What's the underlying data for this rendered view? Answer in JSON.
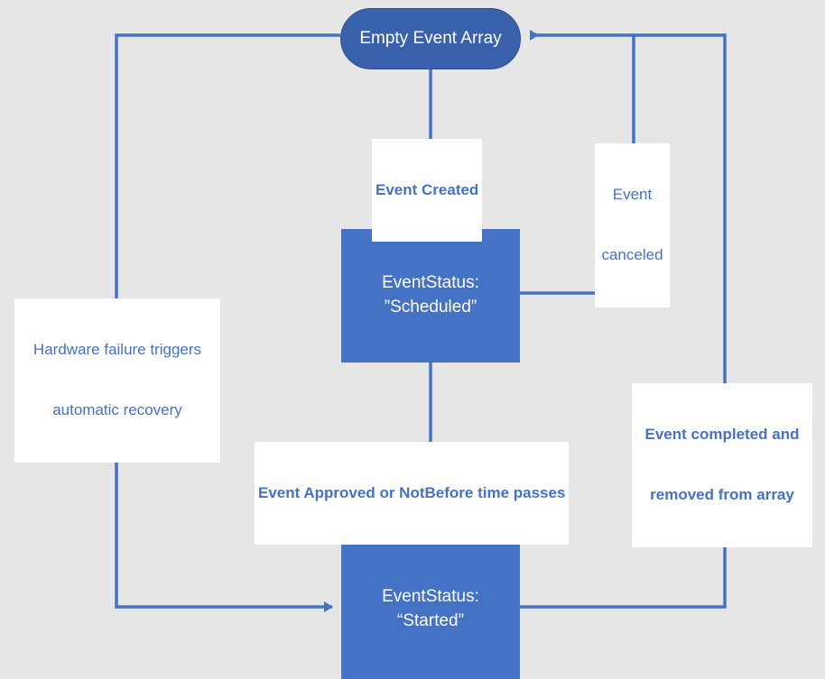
{
  "diagram": {
    "title": "Event lifecycle state diagram",
    "background_color": "#e6e6e6",
    "node_fill_color": "#4472c4",
    "stadium_fill_color": "#3a61ac",
    "edge_color": "#4472c4",
    "label_text_color": "#4472c4",
    "node_text_color": "#ffffff"
  },
  "nodes": {
    "empty_array": {
      "label": "Empty Event Array",
      "shape": "stadium"
    },
    "scheduled": {
      "line1": "EventStatus:",
      "line2": "”Scheduled”",
      "shape": "rectangle"
    },
    "started": {
      "line1": "EventStatus:",
      "line2": "“Started”",
      "shape": "rectangle"
    }
  },
  "edge_labels": {
    "event_created": {
      "line1": "Event Created",
      "weight": "bold"
    },
    "event_canceled": {
      "line1": "Event",
      "line2": "canceled",
      "weight": "regular"
    },
    "hardware_failure": {
      "line1": "Hardware failure triggers",
      "line2": "automatic recovery",
      "weight": "regular"
    },
    "event_completed": {
      "line1": "Event completed and",
      "line2": "removed from array",
      "weight": "bold"
    },
    "event_approved": {
      "line1": "Event Approved or NotBefore time passes",
      "weight": "bold"
    }
  }
}
